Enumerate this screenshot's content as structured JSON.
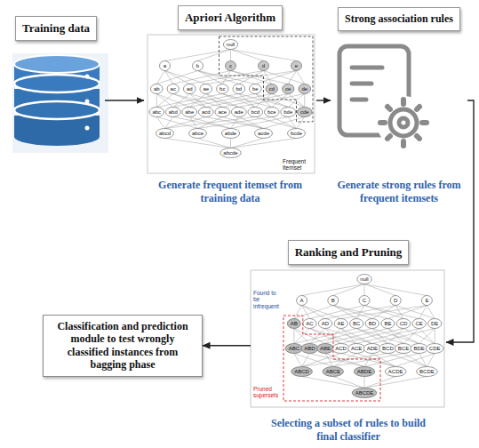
{
  "diagram": {
    "nodes": [
      {
        "text": [
          "Training data"
        ]
      },
      {
        "text": [
          "Apriori Algorithm",
          "Generate frequent itemset from training data"
        ]
      },
      {
        "text": [
          "Strong association rules",
          "Generate strong rules from frequent itemsets"
        ]
      },
      {
        "text": [
          "Ranking and Pruning",
          "Selecting a subset of rules to build final classifier"
        ]
      },
      {
        "text": [
          "Classification and prediction module to test wrongly classified instances from bagging phase"
        ]
      }
    ],
    "edges": [
      {
        "from": 0,
        "to": 1,
        "arrow": "to"
      },
      {
        "from": 1,
        "to": 2,
        "arrow": "to"
      },
      {
        "from": 2,
        "to": 3,
        "arrow": "to"
      },
      {
        "from": 3,
        "to": 4,
        "arrow": "to"
      }
    ],
    "labels": [
      "null",
      "a",
      "b",
      "c",
      "d",
      "e",
      "ab",
      "ac",
      "ad",
      "ae",
      "bc",
      "bd",
      "be",
      "cd",
      "ce",
      "de",
      "abc",
      "abd",
      "abe",
      "acd",
      "ace",
      "ade",
      "bcd",
      "bce",
      "bde",
      "cde",
      "abcd",
      "abce",
      "abde",
      "acde",
      "bcde",
      "abcde",
      "Frequent Itemset",
      "null",
      "A",
      "B",
      "C",
      "D",
      "E",
      "AB",
      "AC",
      "AD",
      "AE",
      "BC",
      "BD",
      "BE",
      "CD",
      "CE",
      "DE",
      "ABC",
      "ABD",
      "ABE",
      "ACD",
      "ACE",
      "ADE",
      "BCD",
      "BCE",
      "BDE",
      "CDE",
      "ABCD",
      "ABCE",
      "ABDE",
      "ACDE",
      "BCDE",
      "ABCDE",
      "Found to be infrequent",
      "Pruned supersets"
    ]
  }
}
